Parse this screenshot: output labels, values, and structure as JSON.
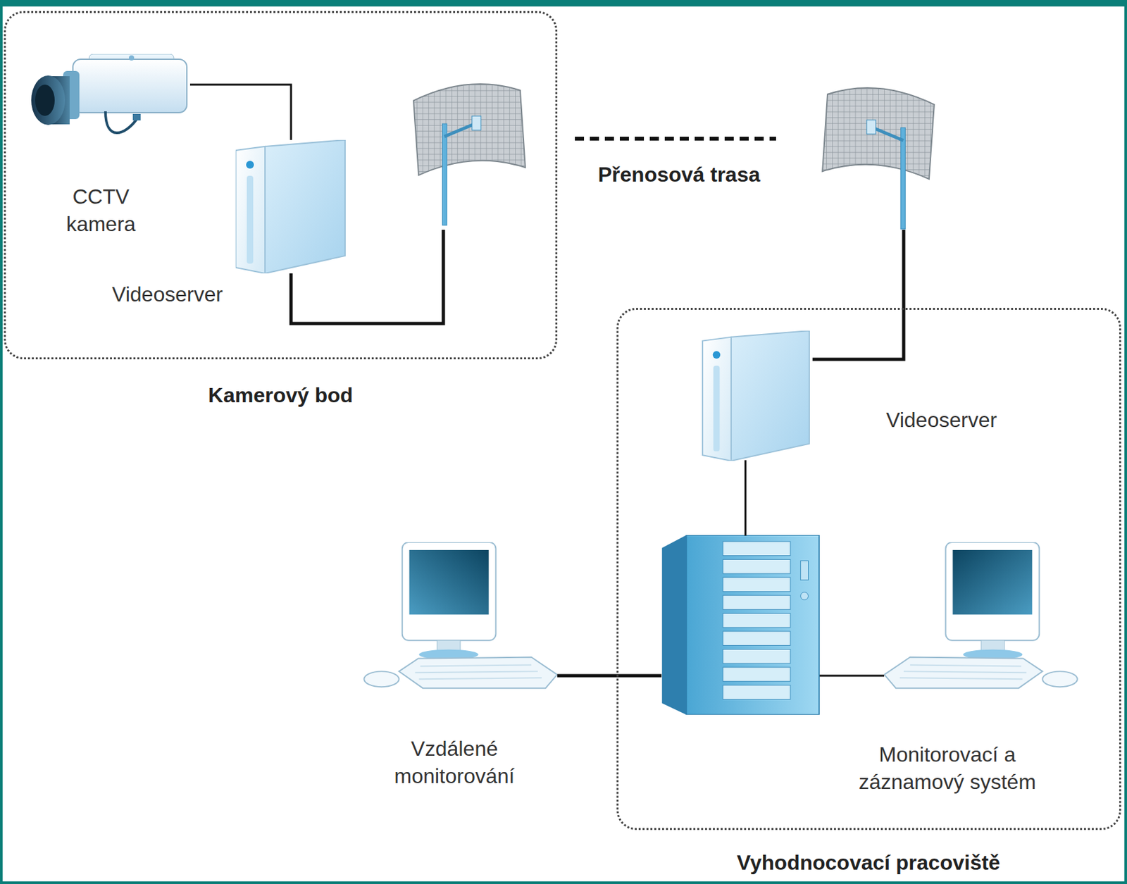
{
  "diagram": {
    "nodes": [
      {
        "text": [
          "Kamerový bod"
        ]
      },
      {
        "text": [
          "CCTV kamera"
        ],
        "in": 0
      },
      {
        "text": [
          "Videoserver"
        ],
        "in": 0
      },
      {
        "text": [
          "Vyhodnocovací pracoviště"
        ]
      },
      {
        "text": [
          "Videoserver"
        ],
        "in": 3
      },
      {
        "text": [
          "Monitorovací a záznamový systém"
        ],
        "in": 3
      },
      {
        "text": [
          "Vzdálené monitorování"
        ]
      }
    ],
    "edges": [
      {
        "from": 1,
        "to": 2,
        "arrow": "none"
      }
    ],
    "labels": [
      "Přenosová trasa"
    ]
  }
}
